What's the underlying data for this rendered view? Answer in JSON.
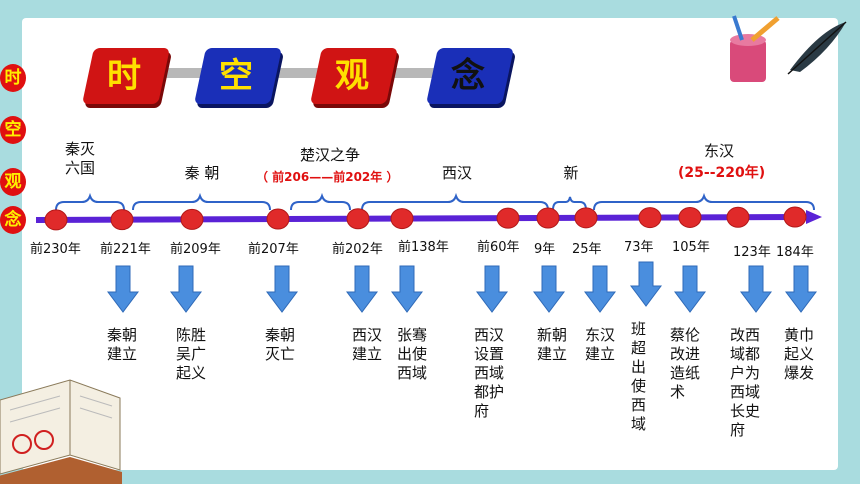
{
  "side_chars": [
    "时",
    "空",
    "观",
    "念"
  ],
  "title_chars": [
    "时",
    "空",
    "观",
    "念"
  ],
  "periods": {
    "qin_unify": "秦灭\n六国",
    "qin": "秦 朝",
    "chuhan": "楚汉之争",
    "chuhan_sub": "（ 前206——前202年 ）",
    "xihan": "西汉",
    "xin": "新",
    "donghan": "东汉",
    "donghan_sub": "(25--220年)"
  },
  "dates": [
    "前230年",
    "前221年",
    "前209年",
    "前207年",
    "前202年",
    "前138年",
    "前60年",
    "9年",
    "25年",
    "73年",
    "105年",
    "123年",
    "184年"
  ],
  "events": [
    "秦朝\n建立",
    "陈胜\n吴广\n起义",
    "秦朝\n灭亡",
    "西汉\n建立",
    "张骞\n出使\n西域",
    "西汉\n设置\n西域\n都护\n府",
    "新朝\n建立",
    "东汉\n建立",
    "班\n超\n出\n使\n西\n域",
    "蔡伦\n改进\n造纸\n术",
    "改西\n域都\n户为\n西域\n长史\n府",
    "黄巾\n起义\n爆发"
  ],
  "colors": {
    "timeline": "#5a22d6",
    "dot": "#e02a2a",
    "arrow": "#4a8ede",
    "brace": "#2f63c8",
    "accent_red": "#e01010"
  }
}
